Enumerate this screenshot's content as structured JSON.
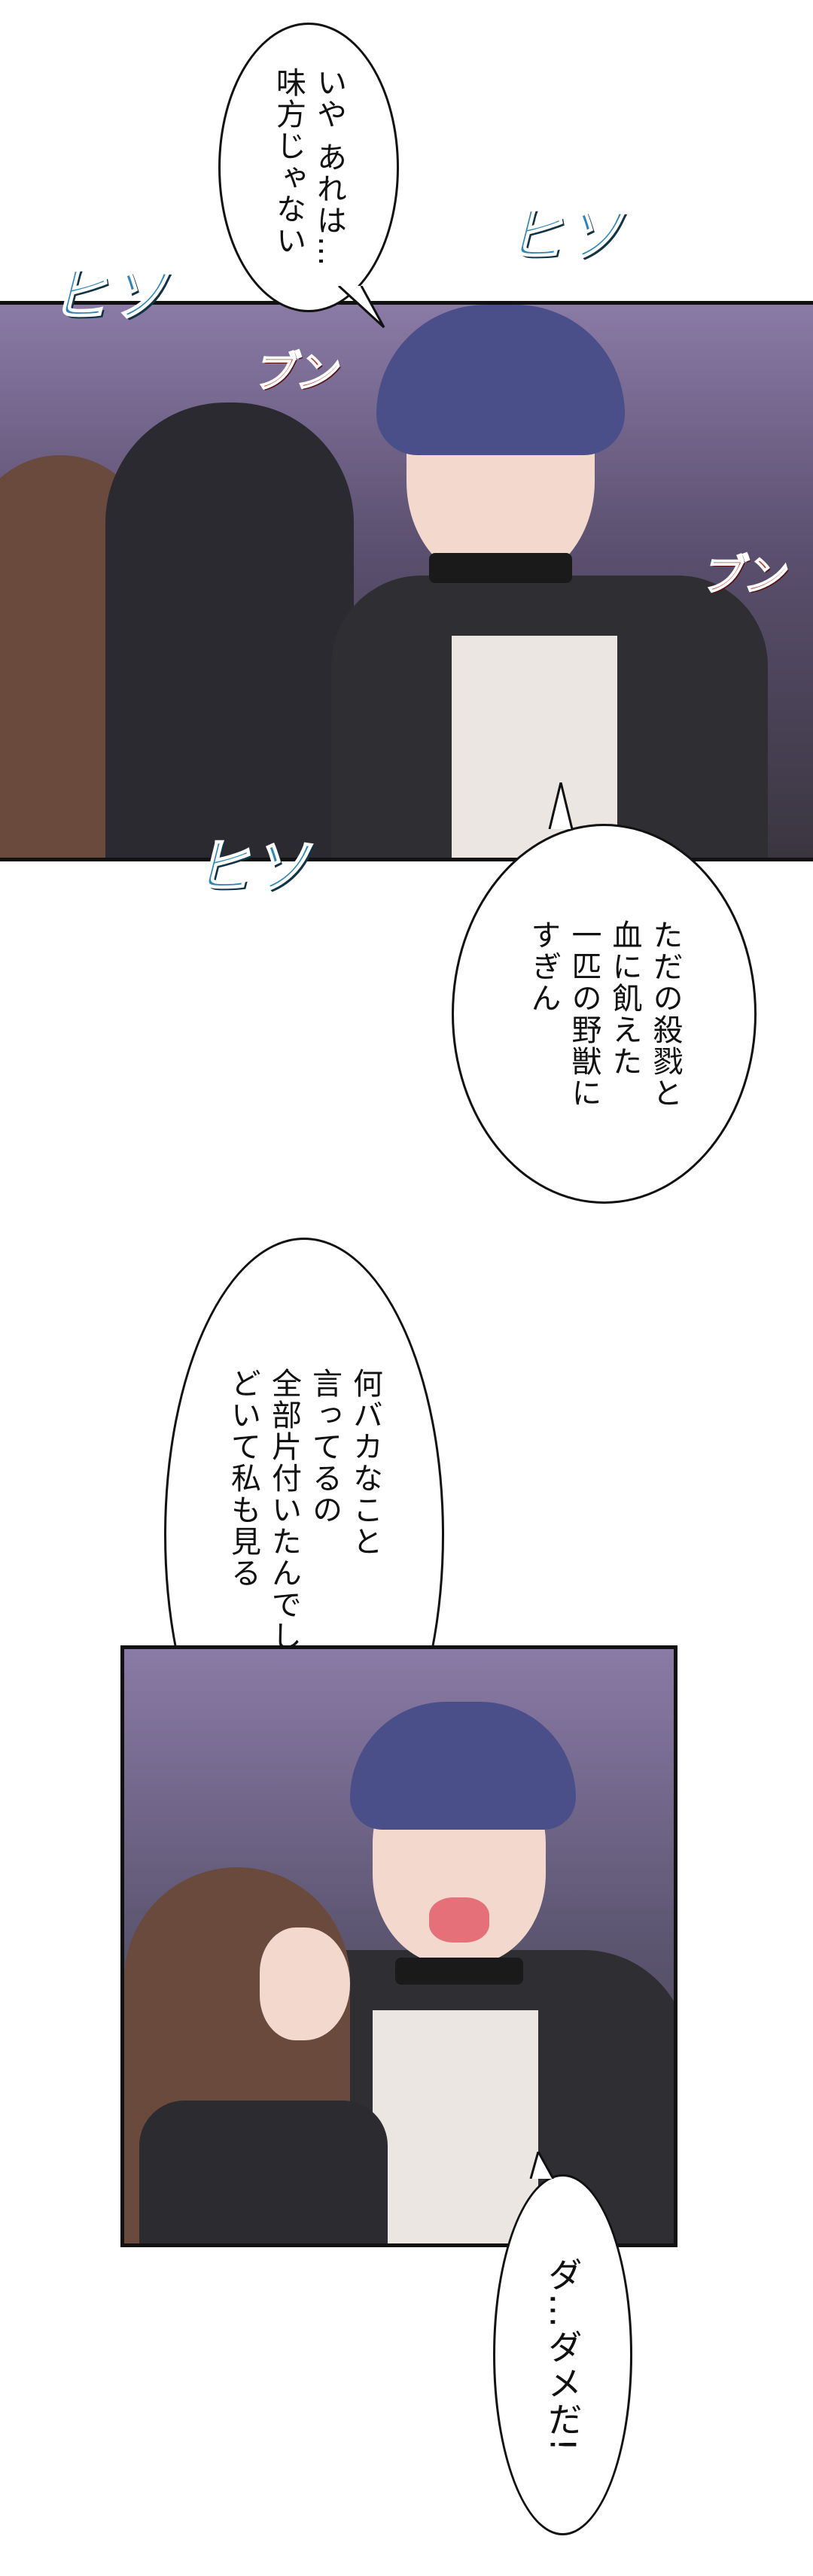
{
  "panels": [
    {
      "sfx": [
        {
          "text": "ヒソ",
          "color": "#2e86b8"
        },
        {
          "text": "ヒソ",
          "color": "#2e86b8"
        },
        {
          "text": "ヒソ",
          "color": "#2e86b8"
        },
        {
          "text": "ブン",
          "color": "#c0392b"
        },
        {
          "text": "ブン",
          "color": "#c0392b"
        }
      ]
    },
    {
      "sfx": []
    }
  ],
  "bubbles": [
    {
      "text": "いや あれは…\n味方じゃない"
    },
    {
      "text": "ただの殺戮と\n血に飢えた\n一匹の野獣に\nすぎん"
    },
    {
      "text": "何バカなこと\n言ってるの\n全部片付いたんでしょ?\nどいて私も見る"
    },
    {
      "text": "ダ…ダメだ!"
    }
  ]
}
